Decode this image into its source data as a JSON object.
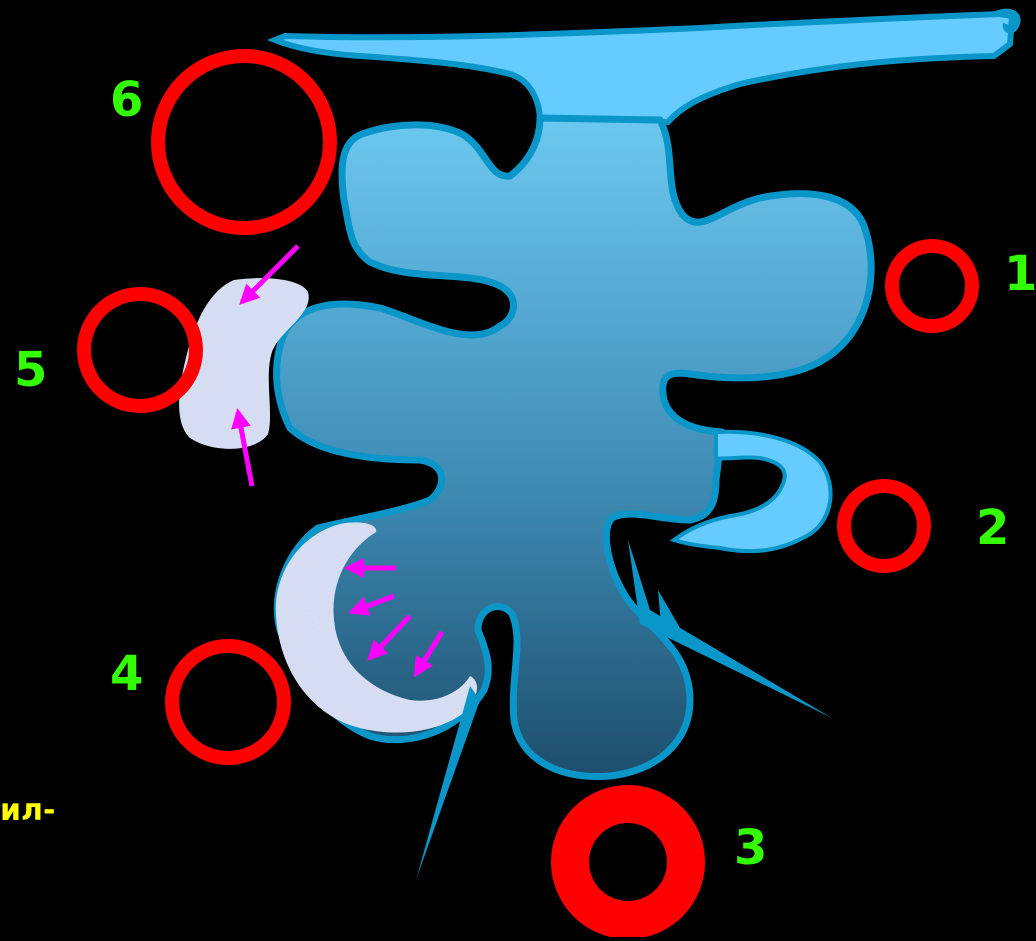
{
  "labels": {
    "l1": "1",
    "l2": "2",
    "l3": "3",
    "l4": "4",
    "l5": "5",
    "l6": "6"
  },
  "caption_fragment": "ил-",
  "colors": {
    "background": "#000000",
    "cell_fill_top": "#6bc6ee",
    "cell_fill_bottom": "#1c4f6e",
    "cell_outline": "#0a96c8",
    "membrane_light": "#66ccff",
    "ring": "#ff0000",
    "label": "#33ff00",
    "caption": "#ffff00",
    "arrow": "#ff00ff",
    "speckle": "#d8e8f4"
  },
  "icons": {
    "rings": "ring-marker",
    "arrows": "magenta-arrow"
  }
}
